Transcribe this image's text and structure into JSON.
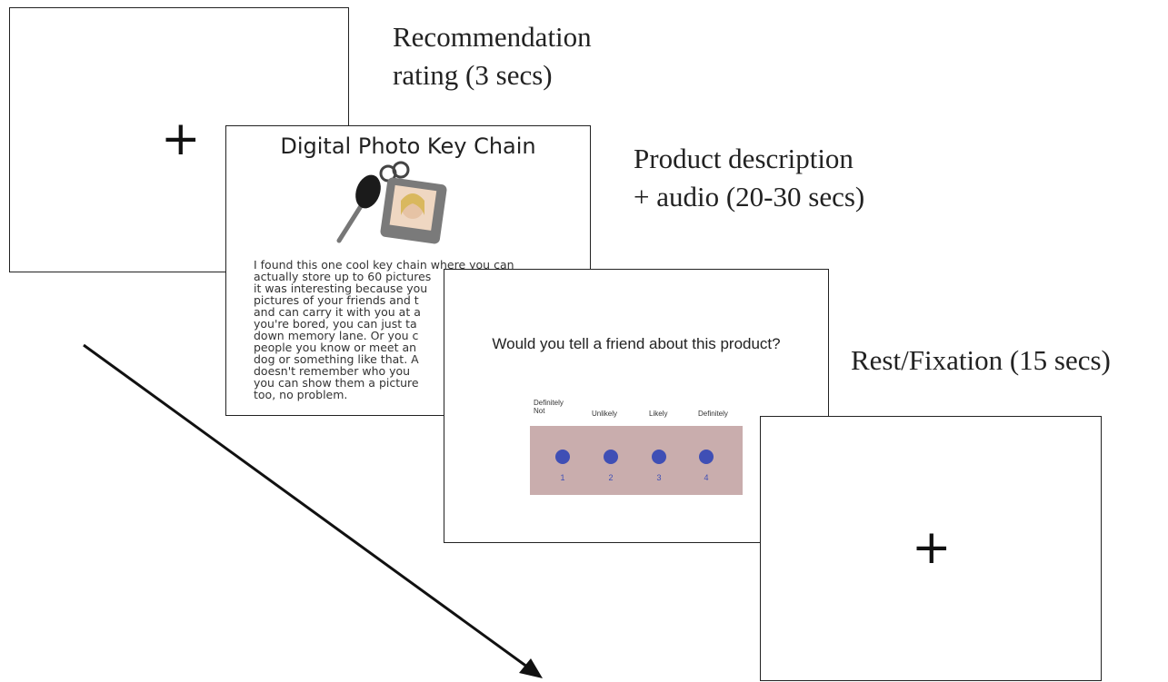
{
  "captions": {
    "recommendation": [
      "Recommendation",
      "rating (3 secs)"
    ],
    "product": [
      "Product description",
      "+ audio (20-30 secs)"
    ],
    "rest": "Rest/Fixation (15 secs)"
  },
  "fixation_symbol": "+",
  "product_slide": {
    "title": "Digital Photo Key Chain",
    "text_lines": [
      "I found this one cool key chain where you can",
      "actually store up to 60 pictures",
      "it was interesting because you",
      "pictures of your friends and t",
      "and can carry it with you at a",
      "you're bored, you can just ta",
      "down memory lane. Or you c",
      "people you know or meet an",
      "dog or something like that. A",
      "doesn't remember who you",
      "you can show them a picture",
      "too, no problem."
    ]
  },
  "rating_slide": {
    "question": "Would you tell a friend about this product?",
    "scale_labels": [
      "Definitely Not",
      "Unlikely",
      "Likely",
      "Definitely"
    ],
    "scale_numbers": [
      "1",
      "2",
      "3",
      "4"
    ]
  }
}
